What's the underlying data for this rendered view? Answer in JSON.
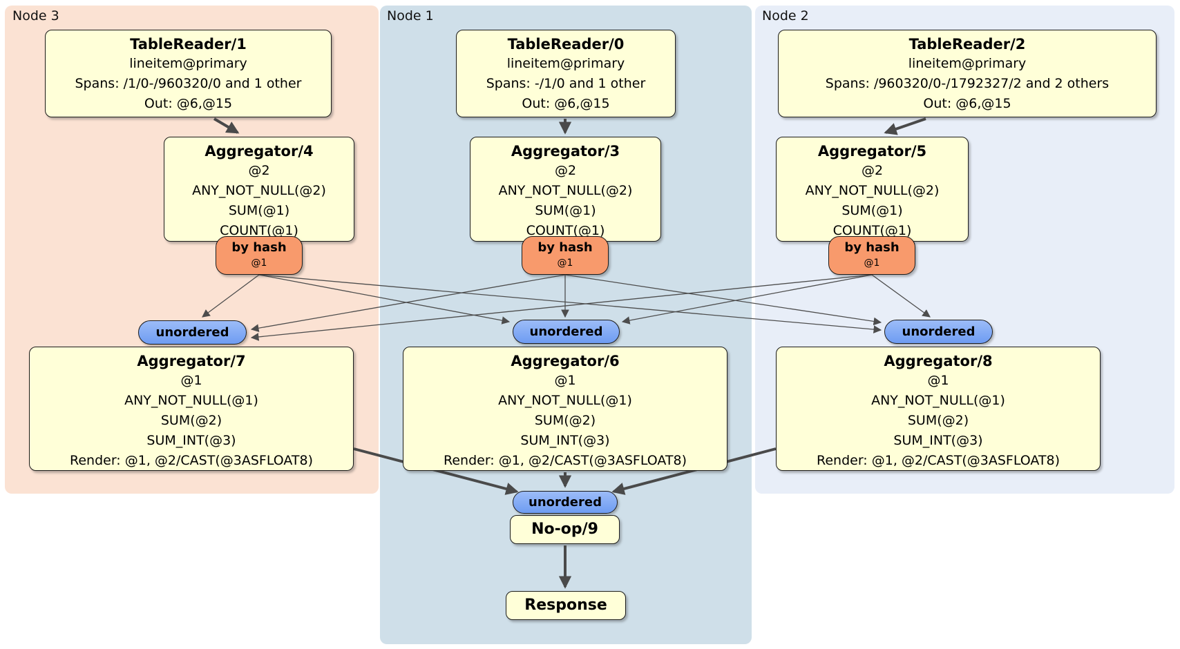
{
  "diagram": {
    "regions": {
      "node3": {
        "label": "Node 3"
      },
      "node1": {
        "label": "Node 1"
      },
      "node2": {
        "label": "Node 2"
      }
    },
    "processors": {
      "tr1": {
        "title": "TableReader/1",
        "lines": [
          "lineitem@primary",
          "Spans: /1/0-/960320/0 and 1 other",
          "Out: @6,@15"
        ]
      },
      "tr0": {
        "title": "TableReader/0",
        "lines": [
          "lineitem@primary",
          "Spans: -/1/0 and 1 other",
          "Out: @6,@15"
        ]
      },
      "tr2": {
        "title": "TableReader/2",
        "lines": [
          "lineitem@primary",
          "Spans: /960320/0-/1792327/2 and 2 others",
          "Out: @6,@15"
        ]
      },
      "agg4": {
        "title": "Aggregator/4",
        "lines": [
          "@2",
          "ANY_NOT_NULL(@2)",
          "SUM(@1)",
          "COUNT(@1)"
        ]
      },
      "agg3": {
        "title": "Aggregator/3",
        "lines": [
          "@2",
          "ANY_NOT_NULL(@2)",
          "SUM(@1)",
          "COUNT(@1)"
        ]
      },
      "agg5": {
        "title": "Aggregator/5",
        "lines": [
          "@2",
          "ANY_NOT_NULL(@2)",
          "SUM(@1)",
          "COUNT(@1)"
        ]
      },
      "agg7": {
        "title": "Aggregator/7",
        "lines": [
          "@1",
          "ANY_NOT_NULL(@1)",
          "SUM(@2)",
          "SUM_INT(@3)",
          "Render: @1, @2/CAST(@3ASFLOAT8)"
        ]
      },
      "agg6": {
        "title": "Aggregator/6",
        "lines": [
          "@1",
          "ANY_NOT_NULL(@1)",
          "SUM(@2)",
          "SUM_INT(@3)",
          "Render: @1, @2/CAST(@3ASFLOAT8)"
        ]
      },
      "agg8": {
        "title": "Aggregator/8",
        "lines": [
          "@1",
          "ANY_NOT_NULL(@1)",
          "SUM(@2)",
          "SUM_INT(@3)",
          "Render: @1, @2/CAST(@3ASFLOAT8)"
        ]
      },
      "noop": {
        "title": "No-op/9"
      },
      "response": {
        "title": "Response"
      }
    },
    "routers": {
      "left": {
        "label": "by hash",
        "key": "@1"
      },
      "center": {
        "label": "by hash",
        "key": "@1"
      },
      "right": {
        "label": "by hash",
        "key": "@1"
      }
    },
    "syncs": {
      "left": {
        "label": "unordered"
      },
      "center": {
        "label": "unordered"
      },
      "right": {
        "label": "unordered"
      },
      "final": {
        "label": "unordered"
      }
    },
    "colors": {
      "region_node3": "#fbe2d3",
      "region_node1": "#cfdfe9",
      "region_node2": "#e8eef8",
      "processor_fill": "#ffffd8",
      "router_fill": "#f89a6c",
      "sync_fill": "#7aa5f5",
      "edge": "#4d4d4d"
    }
  }
}
